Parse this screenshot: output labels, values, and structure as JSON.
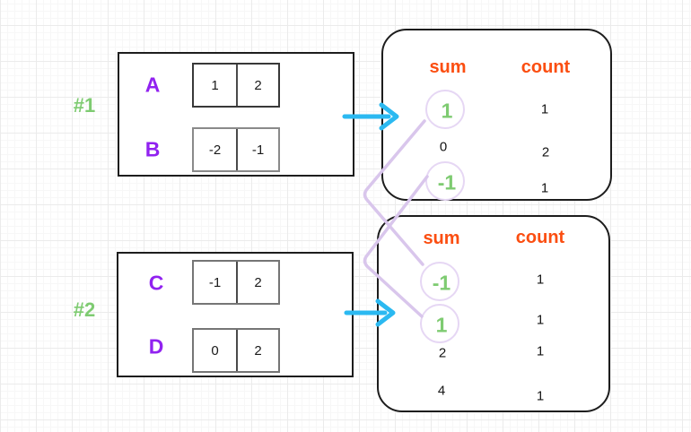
{
  "colors": {
    "green": "#7ecb71",
    "purple": "#9122f0",
    "orange": "#fb4e11",
    "cyan": "#2bb9f1",
    "lavender": "#d9c6ec",
    "lavender_light": "#e6d7f4",
    "ink": "#1d1d1d"
  },
  "groups": [
    {
      "label": "#1",
      "arrays": [
        {
          "name": "A",
          "values": [
            "1",
            "2"
          ]
        },
        {
          "name": "B",
          "values": [
            "-2",
            "-1"
          ]
        }
      ],
      "result": {
        "sum_header": "sum",
        "count_header": "count",
        "rows": [
          {
            "sum": "1",
            "count": "1",
            "highlighted": true
          },
          {
            "sum": "0",
            "count": "2",
            "highlighted": false
          },
          {
            "sum": "-1",
            "count": "1",
            "highlighted": true
          }
        ]
      }
    },
    {
      "label": "#2",
      "arrays": [
        {
          "name": "C",
          "values": [
            "-1",
            "2"
          ]
        },
        {
          "name": "D",
          "values": [
            "0",
            "2"
          ]
        }
      ],
      "result": {
        "sum_header": "sum",
        "count_header": "count",
        "rows": [
          {
            "sum": "-1",
            "count": "1",
            "highlighted": true
          },
          {
            "sum": "1",
            "count": "1",
            "highlighted": true
          },
          {
            "sum": "2",
            "count": "1",
            "highlighted": false
          },
          {
            "sum": "4",
            "count": "1",
            "highlighted": false
          }
        ]
      }
    }
  ],
  "connections": [
    {
      "from": "group #1 sum 1",
      "to": "group #2 sum -1"
    },
    {
      "from": "group #1 sum -1",
      "to": "group #2 sum 1"
    }
  ]
}
